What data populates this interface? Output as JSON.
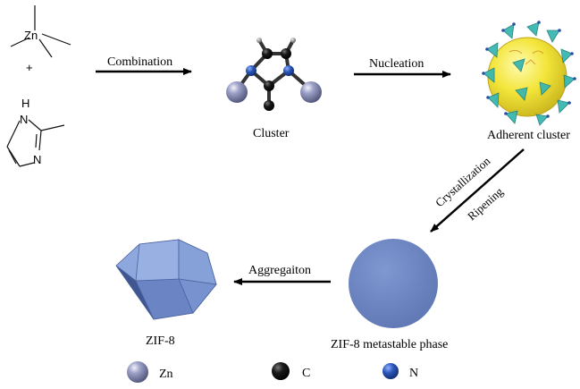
{
  "reactants": {
    "zinc_label": "Zn",
    "plus": "+",
    "imidazole_nh": "H",
    "imidazole_n1": "N",
    "imidazole_n2": "N"
  },
  "steps": {
    "combination": "Combination",
    "nucleation": "Nucleation",
    "crystallization": "Crystallization",
    "ripening": "Ripening",
    "aggregation": "Aggregaiton"
  },
  "stages": {
    "cluster": "Cluster",
    "adherent_cluster": "Adherent cluster",
    "metastable_phase": "ZIF-8 metastable phase",
    "zif8": "ZIF-8"
  },
  "legend": {
    "zn": "Zn",
    "c": "C",
    "n": "N"
  },
  "colors": {
    "zinc": "#8a8fb8",
    "carbon": "#111111",
    "nitrogen": "#2a4fa8",
    "phase_sphere": "#6f86c0",
    "crystal": "#7a94cc",
    "adherent_core": "#f2e23a",
    "tetrahedra": "#3ab7b0"
  }
}
